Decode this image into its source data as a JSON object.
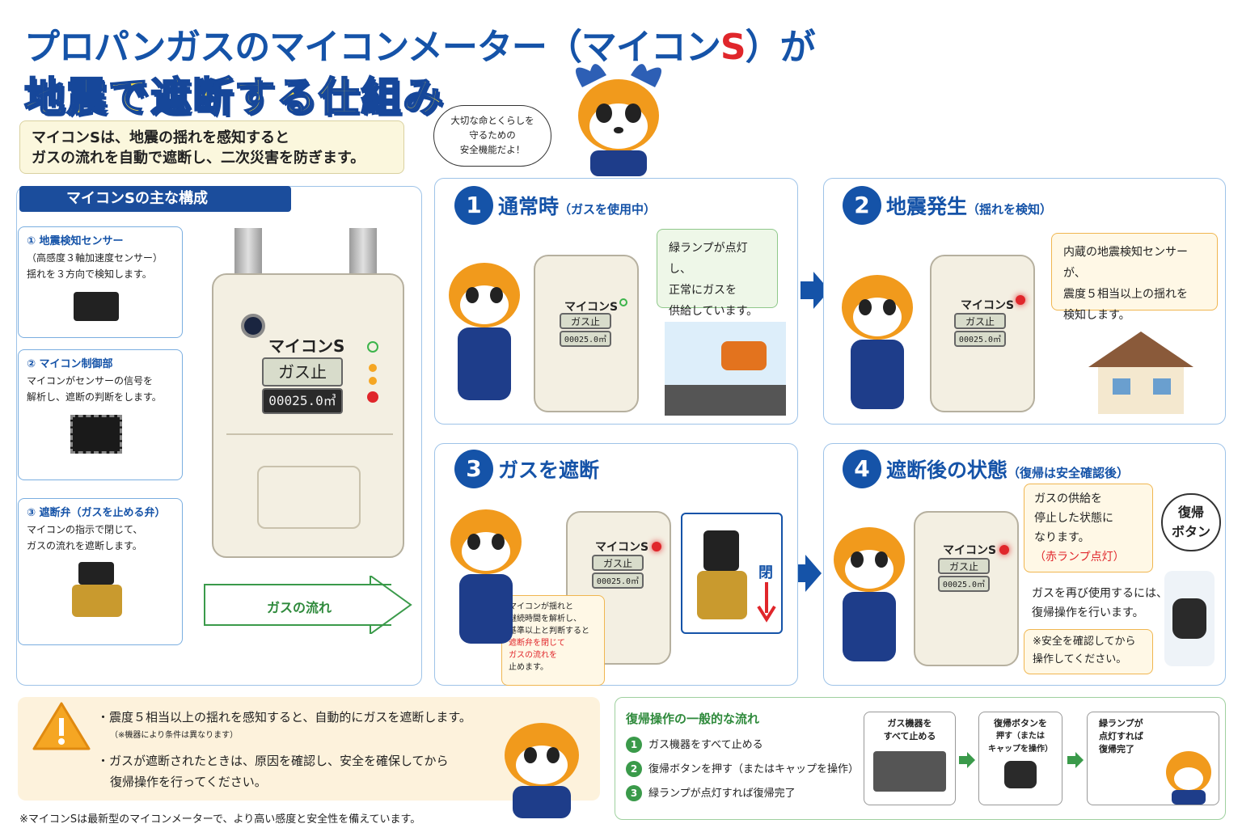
{
  "header": {
    "title_pre": "プロパンガスのマイコンメーター（マイコン",
    "title_s": "S",
    "title_post": "）が",
    "subtitle": "地震で遮断する仕組み"
  },
  "intro": {
    "line1": "マイコンSは、地震の揺れを感知すると",
    "line2": "ガスの流れを自動で遮断し、二次災害を防ぎます。"
  },
  "bubble": {
    "line1": "大切な命とくらしを",
    "line2": "守るための",
    "line3": "安全機能だよ！"
  },
  "components": {
    "heading": "マイコンSの主な構成",
    "items": [
      {
        "title": "① 地震検知センサー",
        "line1": "（高感度３軸加速度センサー）",
        "line2": "揺れを３方向で検知します。"
      },
      {
        "title": "② マイコン制御部",
        "line1": "マイコンがセンサーの信号を",
        "line2": "解析し、遮断の判断をします。"
      },
      {
        "title": "③ 遮断弁（ガスを止める弁）",
        "line1": "マイコンの指示で閉じて、",
        "line2": "ガスの流れを遮断します。"
      }
    ],
    "flow_label": "ガスの流れ"
  },
  "meter": {
    "brand": "マイコンS",
    "status": "ガス止",
    "reading": "00025.0㎥"
  },
  "steps": [
    {
      "num": "1",
      "title": "通常時",
      "sub": "（ガスを使用中）",
      "note": [
        "緑ランプが点灯し、",
        "正常にガスを",
        "供給しています。"
      ]
    },
    {
      "num": "2",
      "title": "地震発生",
      "sub": "（揺れを検知）",
      "note": [
        "内蔵の地震検知センサーが、",
        "震度５相当以上の揺れを",
        "検知します。"
      ]
    },
    {
      "num": "3",
      "title": "ガスを遮断",
      "sub": "",
      "note": [
        "マイコンが揺れと",
        "継続時間を解析し、",
        "基準以上と判断すると",
        "遮断弁を閉じて",
        "ガスの流れを",
        "止めます。"
      ],
      "close_label": "閉"
    },
    {
      "num": "4",
      "title": "遮断後の状態",
      "sub": "（復帰は安全確認後）",
      "note": [
        "ガスの供給を",
        "停止した状態に",
        "なります。",
        "（赤ランプ点灯）"
      ],
      "reset_label_1": "復帰",
      "reset_label_2": "ボタン",
      "note2": [
        "ガスを再び使用するには、",
        "復帰操作を行います。"
      ],
      "note3": [
        "※安全を確認してから",
        "操作してください。"
      ]
    }
  ],
  "warning": {
    "line1": "・震度５相当以上の揺れを感知すると、自動的にガスを遮断します。",
    "line1_note": "（※機器により条件は異なります）",
    "line2a": "・ガスが遮断されたときは、原因を確認し、安全を確保してから",
    "line2b": "復帰操作を行ってください。"
  },
  "footnote": "※マイコンSは最新型のマイコンメーターで、より高い感度と安全性を備えています。",
  "recovery": {
    "title": "復帰操作の一般的な流れ",
    "items": [
      "ガス機器をすべて止める",
      "復帰ボタンを押す（またはキャップを操作）",
      "緑ランプが点灯すれば復帰完了"
    ],
    "cards": [
      {
        "line1": "ガス機器を",
        "line2": "すべて止める"
      },
      {
        "line1": "復帰ボタンを",
        "line2": "押す（または",
        "line3": "キャップを操作）"
      },
      {
        "line1": "緑ランプが",
        "line2": "点灯すれば",
        "line3": "復帰完了"
      }
    ]
  },
  "colors": {
    "brand_blue": "#1553a8",
    "accent_red": "#e0262b",
    "lamp_green": "#3cb44b",
    "lamp_orange": "#f5a623"
  },
  "icons": [
    "warning-icon",
    "arrow-right-icon",
    "arrow-down-icon",
    "mascot-icon"
  ]
}
